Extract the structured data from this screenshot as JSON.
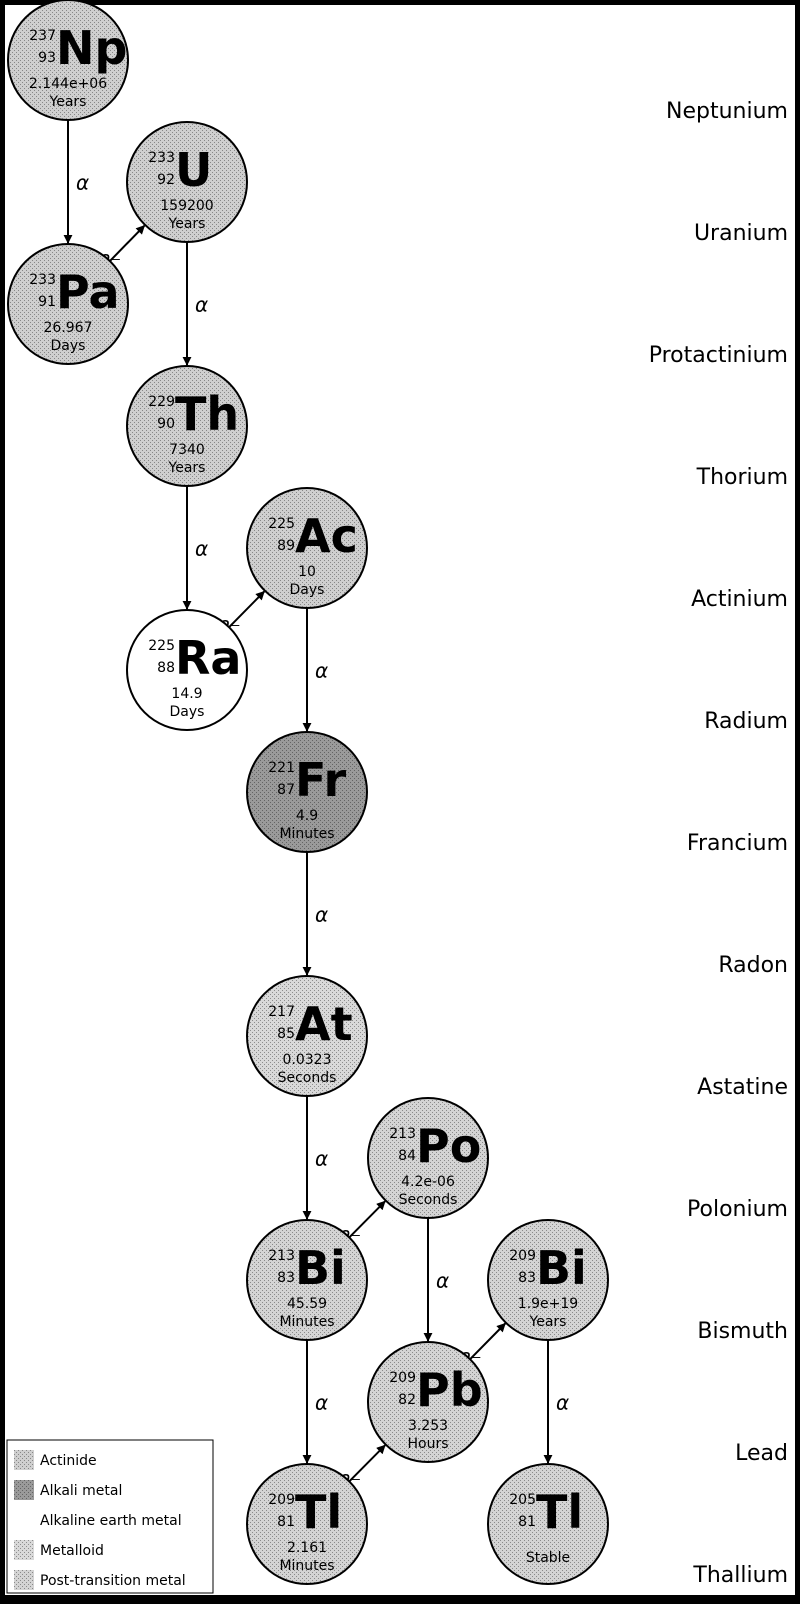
{
  "colors": {
    "background": "#ffffff",
    "frame": "#000000",
    "actinide": "#cfcfcf",
    "alkali-metal": "#9a9a9a",
    "alkaline-earth-metal": "#ffffff",
    "metalloid": "#d9d9d9",
    "post-transition-metal": "#d4d4d4"
  },
  "element_labels": [
    "Neptunium",
    "Uranium",
    "Protactinium",
    "Thorium",
    "Actinium",
    "Radium",
    "Francium",
    "Radon",
    "Astatine",
    "Polonium",
    "Bismuth",
    "Lead",
    "Thallium"
  ],
  "nuclides": [
    {
      "id": "np237",
      "symbol": "Np",
      "mass": "237",
      "atomic": "93",
      "halflife": "2.144e+06",
      "unit": "Years",
      "category": "actinide",
      "col": 0,
      "row": 0
    },
    {
      "id": "u233",
      "symbol": "U",
      "mass": "233",
      "atomic": "92",
      "halflife": "159200",
      "unit": "Years",
      "category": "actinide",
      "col": 1,
      "row": 1
    },
    {
      "id": "pa233",
      "symbol": "Pa",
      "mass": "233",
      "atomic": "91",
      "halflife": "26.967",
      "unit": "Days",
      "category": "actinide",
      "col": 0,
      "row": 2
    },
    {
      "id": "th229",
      "symbol": "Th",
      "mass": "229",
      "atomic": "90",
      "halflife": "7340",
      "unit": "Years",
      "category": "actinide",
      "col": 1,
      "row": 3
    },
    {
      "id": "ac225",
      "symbol": "Ac",
      "mass": "225",
      "atomic": "89",
      "halflife": "10",
      "unit": "Days",
      "category": "actinide",
      "col": 2,
      "row": 4
    },
    {
      "id": "ra225",
      "symbol": "Ra",
      "mass": "225",
      "atomic": "88",
      "halflife": "14.9",
      "unit": "Days",
      "category": "alkaline-earth-metal",
      "col": 1,
      "row": 5
    },
    {
      "id": "fr221",
      "symbol": "Fr",
      "mass": "221",
      "atomic": "87",
      "halflife": "4.9",
      "unit": "Minutes",
      "category": "alkali-metal",
      "col": 2,
      "row": 6
    },
    {
      "id": "at217",
      "symbol": "At",
      "mass": "217",
      "atomic": "85",
      "halflife": "0.0323",
      "unit": "Seconds",
      "category": "metalloid",
      "col": 2,
      "row": 8
    },
    {
      "id": "po213",
      "symbol": "Po",
      "mass": "213",
      "atomic": "84",
      "halflife": "4.2e-06",
      "unit": "Seconds",
      "category": "post-transition-metal",
      "col": 3,
      "row": 9
    },
    {
      "id": "bi213",
      "symbol": "Bi",
      "mass": "213",
      "atomic": "83",
      "halflife": "45.59",
      "unit": "Minutes",
      "category": "post-transition-metal",
      "col": 2,
      "row": 10
    },
    {
      "id": "bi209",
      "symbol": "Bi",
      "mass": "209",
      "atomic": "83",
      "halflife": "1.9e+19",
      "unit": "Years",
      "category": "post-transition-metal",
      "col": 4,
      "row": 10
    },
    {
      "id": "pb209",
      "symbol": "Pb",
      "mass": "209",
      "atomic": "82",
      "halflife": "3.253",
      "unit": "Hours",
      "category": "post-transition-metal",
      "col": 3,
      "row": 11
    },
    {
      "id": "tl209",
      "symbol": "Tl",
      "mass": "209",
      "atomic": "81",
      "halflife": "2.161",
      "unit": "Minutes",
      "category": "post-transition-metal",
      "col": 2,
      "row": 12
    },
    {
      "id": "tl205",
      "symbol": "Tl",
      "mass": "205",
      "atomic": "81",
      "halflife": "",
      "unit": "Stable",
      "category": "post-transition-metal",
      "col": 4,
      "row": 12
    }
  ],
  "decays": [
    {
      "from": "np237",
      "to": "pa233",
      "mode": "α"
    },
    {
      "from": "pa233",
      "to": "u233",
      "mode": "β⁻"
    },
    {
      "from": "u233",
      "to": "th229",
      "mode": "α"
    },
    {
      "from": "th229",
      "to": "ra225",
      "mode": "α"
    },
    {
      "from": "ra225",
      "to": "ac225",
      "mode": "β⁻"
    },
    {
      "from": "ac225",
      "to": "fr221",
      "mode": "α"
    },
    {
      "from": "fr221",
      "to": "at217",
      "mode": "α"
    },
    {
      "from": "at217",
      "to": "bi213",
      "mode": "α"
    },
    {
      "from": "bi213",
      "to": "po213",
      "mode": "β⁻"
    },
    {
      "from": "bi213",
      "to": "tl209",
      "mode": "α"
    },
    {
      "from": "po213",
      "to": "pb209",
      "mode": "α"
    },
    {
      "from": "tl209",
      "to": "pb209",
      "mode": "β⁻"
    },
    {
      "from": "pb209",
      "to": "bi209",
      "mode": "β⁻"
    },
    {
      "from": "bi209",
      "to": "tl205",
      "mode": "α"
    }
  ],
  "legend": [
    {
      "category": "actinide",
      "label": "Actinide"
    },
    {
      "category": "alkali-metal",
      "label": "Alkali metal"
    },
    {
      "category": "alkaline-earth-metal",
      "label": "Alkaline earth metal"
    },
    {
      "category": "metalloid",
      "label": "Metalloid"
    },
    {
      "category": "post-transition-metal",
      "label": "Post-transition metal"
    }
  ]
}
